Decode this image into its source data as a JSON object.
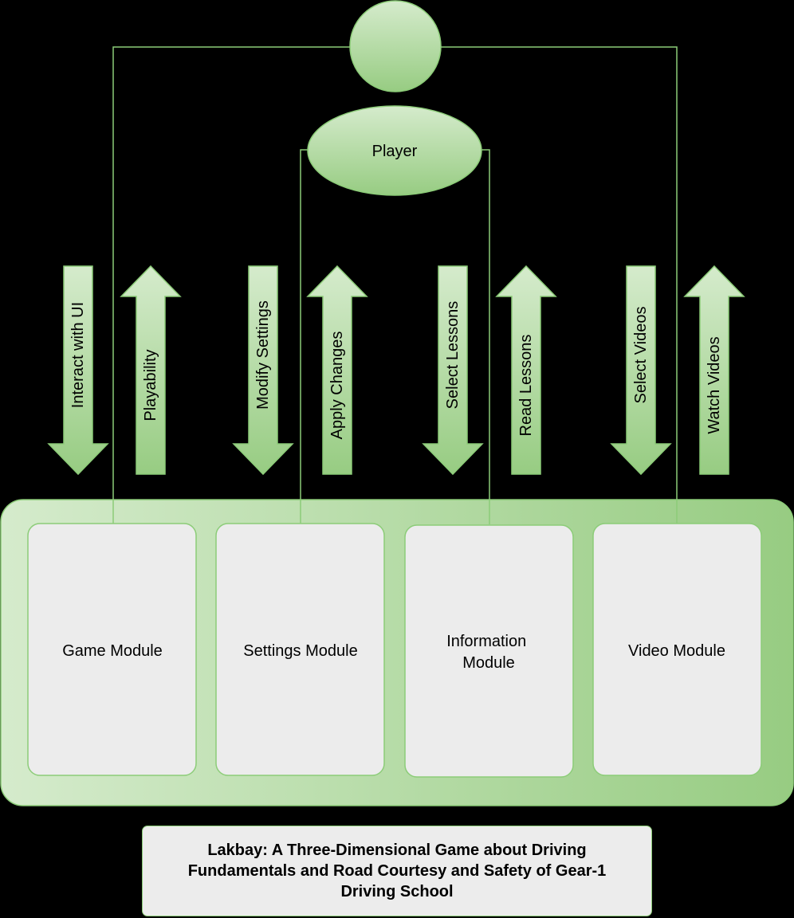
{
  "diagram": {
    "actor": {
      "label": "Player"
    },
    "modules": [
      {
        "id": "game",
        "lines": [
          "Game Module"
        ]
      },
      {
        "id": "settings",
        "lines": [
          "Settings Module"
        ]
      },
      {
        "id": "information",
        "lines": [
          "Information",
          "Module"
        ]
      },
      {
        "id": "video",
        "lines": [
          "Video Module"
        ]
      }
    ],
    "arrows": [
      {
        "label": "Interact with UI",
        "direction": "down"
      },
      {
        "label": "Playability",
        "direction": "up"
      },
      {
        "label": "Modify Settings",
        "direction": "down"
      },
      {
        "label": "Apply Changes",
        "direction": "up"
      },
      {
        "label": "Select Lessons",
        "direction": "down"
      },
      {
        "label": "Read Lessons",
        "direction": "up"
      },
      {
        "label": "Select Videos",
        "direction": "down"
      },
      {
        "label": "Watch Videos",
        "direction": "up"
      }
    ],
    "title_lines": [
      "Lakbay: A Three-Dimensional Game about Driving",
      "Fundamentals and Road Courtesy and Safety of Gear-1",
      "Driving School"
    ],
    "colors": {
      "background": "#000000",
      "green_light": "#d5ebcc",
      "green_dark": "#97cc82",
      "stroke": "#8ccc78",
      "module_fill": "#ececec"
    }
  }
}
